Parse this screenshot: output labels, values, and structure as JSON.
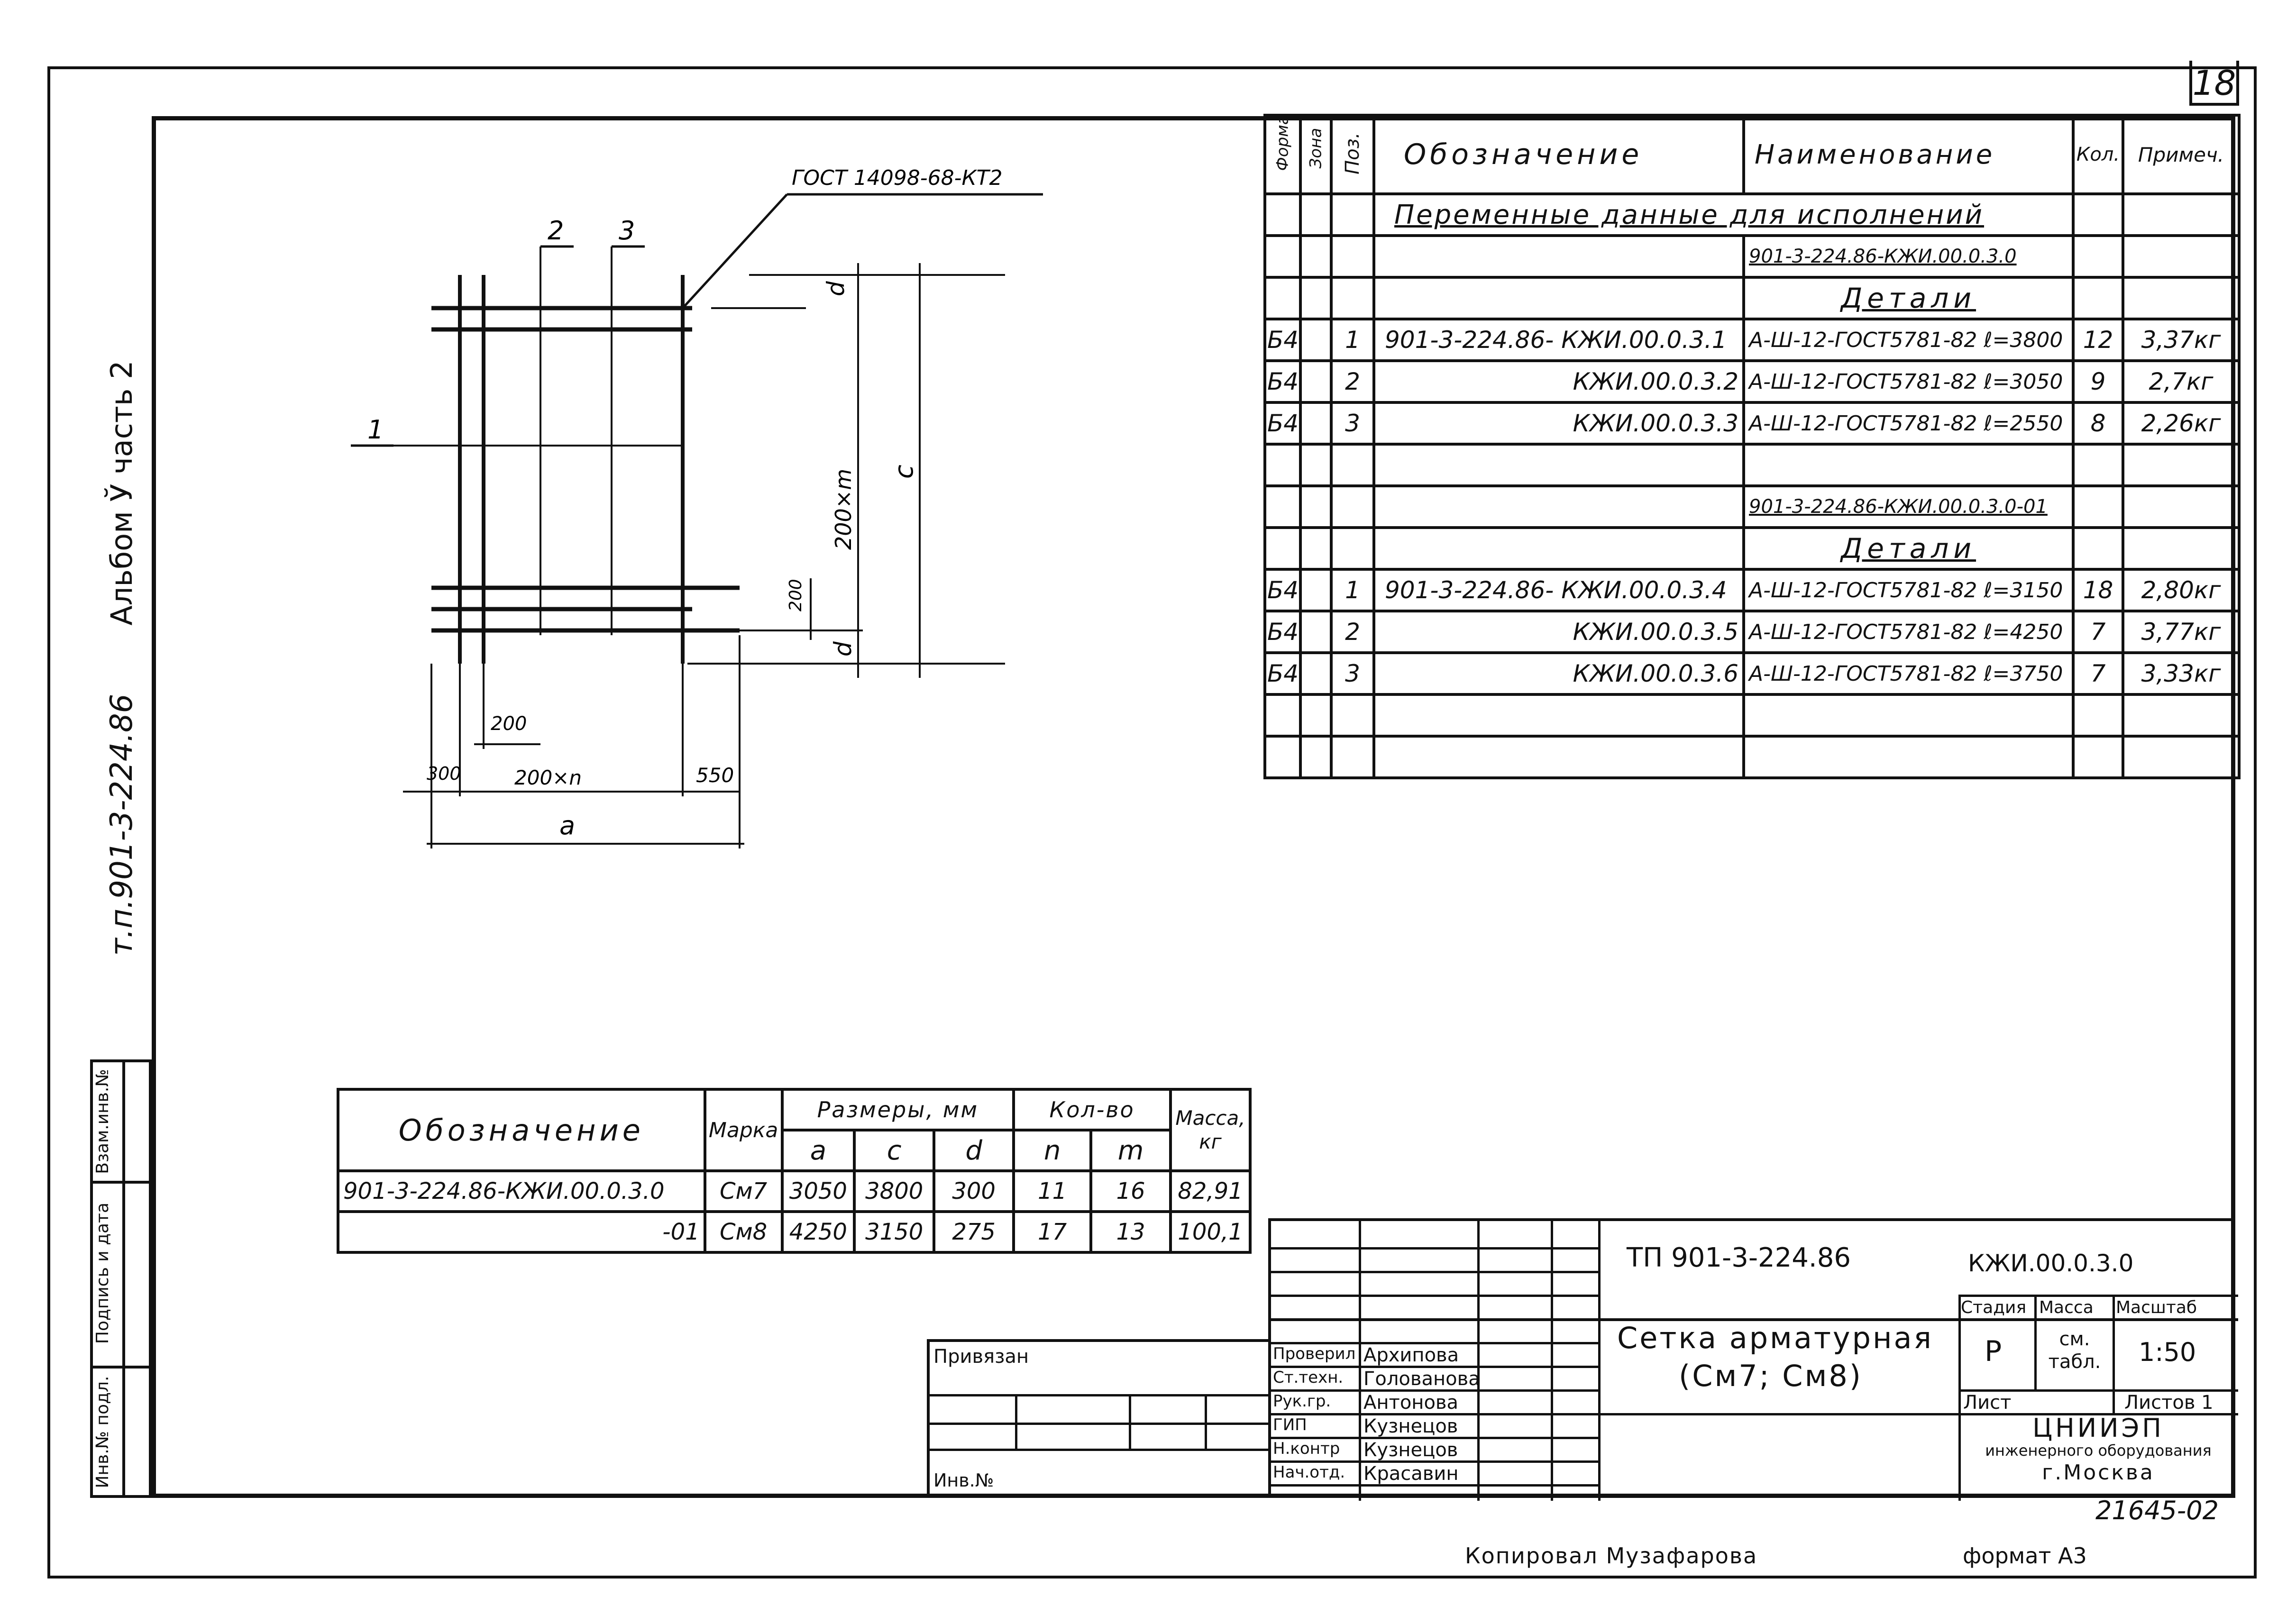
{
  "sheet_number": "18",
  "side_labels": {
    "album": "Альбом Ў часть 2",
    "project": "т.п.901-3-224.86",
    "inv_podl": "Инв.№ подл.",
    "podpis_data": "Подпись и дата",
    "vzam_inv": "Взам.инв.№"
  },
  "drawing": {
    "gost_label": "ГОСТ 14098-68-КТ2",
    "pos1": "1",
    "pos2": "2",
    "pos3": "3",
    "dim_d_top": "d",
    "dim_d_bottom": "d",
    "dim_200m": "200×m",
    "dim_c": "c",
    "dim_200_v": "200",
    "dim_200_h": "200",
    "dim_300": "300",
    "dim_200n": "200×n",
    "dim_550": "550",
    "dim_a": "a"
  },
  "spec": {
    "headers": {
      "format": "Формат",
      "zone": "Зона",
      "pos": "Поз.",
      "designation": "Обозначение",
      "name": "Наименование",
      "qty": "Кол.",
      "note": "Примеч."
    },
    "variable_data": "Переменные данные для исполнений",
    "group1_code": "901-3-224.86-КЖИ.00.0.3.0",
    "group2_code": "901-3-224.86-КЖИ.00.0.3.0-01",
    "details": "Детали",
    "rows1": [
      {
        "fmt": "Б4",
        "pos": "1",
        "des": "901-3-224.86- КЖИ.00.0.3.1",
        "name": "А-Ш-12-ГОСТ5781-82 ℓ=3800",
        "qty": "12",
        "note": "3,37кг"
      },
      {
        "fmt": "Б4",
        "pos": "2",
        "des": "КЖИ.00.0.3.2",
        "name": "А-Ш-12-ГОСТ5781-82 ℓ=3050",
        "qty": "9",
        "note": "2,7кг"
      },
      {
        "fmt": "Б4",
        "pos": "3",
        "des": "КЖИ.00.0.3.3",
        "name": "А-Ш-12-ГОСТ5781-82 ℓ=2550",
        "qty": "8",
        "note": "2,26кг"
      }
    ],
    "rows2": [
      {
        "fmt": "Б4",
        "pos": "1",
        "des": "901-3-224.86- КЖИ.00.0.3.4",
        "name": "А-Ш-12-ГОСТ5781-82 ℓ=3150",
        "qty": "18",
        "note": "2,80кг"
      },
      {
        "fmt": "Б4",
        "pos": "2",
        "des": "КЖИ.00.0.3.5",
        "name": "А-Ш-12-ГОСТ5781-82 ℓ=4250",
        "qty": "7",
        "note": "3,77кг"
      },
      {
        "fmt": "Б4",
        "pos": "3",
        "des": "КЖИ.00.0.3.6",
        "name": "А-Ш-12-ГОСТ5781-82 ℓ=3750",
        "qty": "7",
        "note": "3,33кг"
      }
    ]
  },
  "bom": {
    "h_designation": "Обозначение",
    "h_mark": "Марка",
    "h_sizes": "Размеры, мм",
    "h_qty": "Кол-во",
    "h_mass": "Масса, кг",
    "h_a": "a",
    "h_c": "c",
    "h_d": "d",
    "h_n": "n",
    "h_m": "m",
    "rows": [
      {
        "des": "901-3-224.86-КЖИ.00.0.3.0",
        "mark": "См7",
        "a": "3050",
        "c": "3800",
        "d": "300",
        "n": "11",
        "m": "16",
        "mass": "82,91"
      },
      {
        "des": "-01",
        "mark": "См8",
        "a": "4250",
        "c": "3150",
        "d": "275",
        "n": "17",
        "m": "13",
        "mass": "100,1"
      }
    ]
  },
  "titleblock": {
    "tp": "ТП 901-3-224.86",
    "code": "КЖИ.00.0.3.0",
    "title_line1": "Сетка арматурная",
    "title_line2": "(См7; См8)",
    "stage_h": "Стадия",
    "mass_h": "Масса",
    "scale_h": "Масштаб",
    "stage": "Р",
    "mass": "см. табл.",
    "scale": "1:50",
    "sheet_h": "Лист",
    "sheets_h": "Листов 1",
    "org1": "ЦНИИЭП",
    "org2": "инженерного оборудования",
    "org3": "г.Москва",
    "bound": "Привязан",
    "inv": "Инв.№",
    "roles": [
      {
        "role": "Проверил",
        "name": "Архипова"
      },
      {
        "role": "Ст.техн.",
        "name": "Голованова"
      },
      {
        "role": "Рук.гр.",
        "name": "Антонова"
      },
      {
        "role": "ГИП",
        "name": "Кузнецов"
      },
      {
        "role": "Н.контр",
        "name": "Кузнецов"
      },
      {
        "role": "Нач.отд.",
        "name": "Красавин"
      }
    ]
  },
  "footer": {
    "stamp": "21645-02",
    "copied": "Копировал Музафарова",
    "format": "формат А3"
  }
}
